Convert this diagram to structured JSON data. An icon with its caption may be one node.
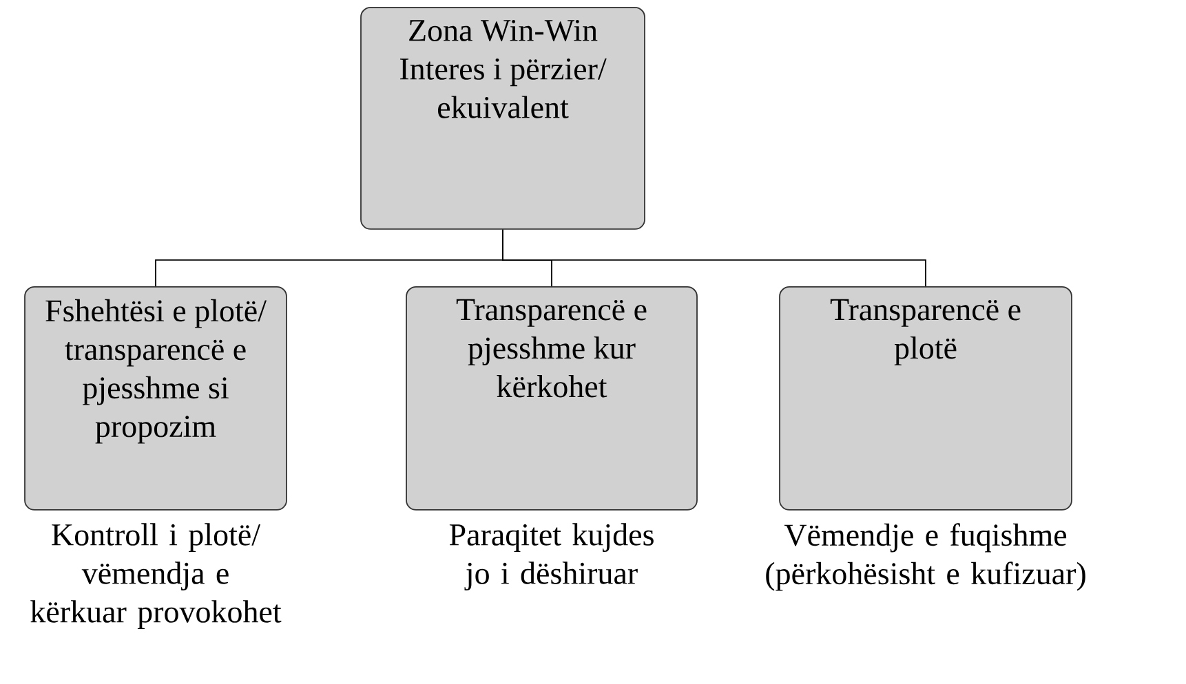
{
  "diagram": {
    "nodes": [
      {
        "text": [
          "Zona Win-Win Interes i përzier/ ekuivalent"
        ]
      },
      {
        "text": [
          "Fshehtësi e plotë/ transparencë e pjesshme si propozim"
        ],
        "beside": [
          "Kontroll i plotë/ vëmendja e kërkuar provokohet"
        ]
      },
      {
        "text": [
          "Transparencë e pjesshme kur kërkohet"
        ],
        "beside": [
          "Paraqitet kujdes jo i dëshiruar"
        ]
      },
      {
        "text": [
          "Transparencë e plotë"
        ],
        "beside": [
          "Vëmendje e fuqishme (përkohësisht e kufizuar)"
        ]
      }
    ],
    "edges": [
      {
        "from": 0,
        "to": 1,
        "arrow": "none"
      },
      {
        "from": 0,
        "to": 2,
        "arrow": "none"
      },
      {
        "from": 0,
        "to": 3,
        "arrow": "none"
      }
    ]
  }
}
